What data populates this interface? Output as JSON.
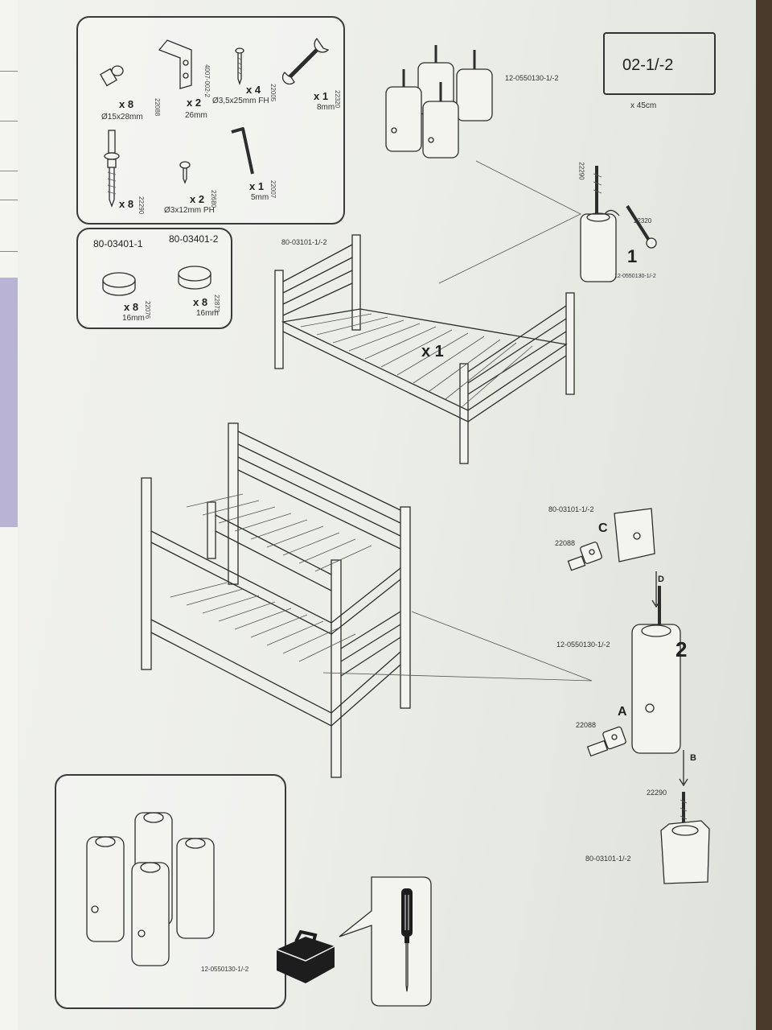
{
  "document": {
    "model_code": "02-1/-2",
    "size_note": "x 45cm"
  },
  "hardware_panel": {
    "items": [
      {
        "qty": "x 8",
        "size": "Ø15x28mm",
        "code": "22088"
      },
      {
        "qty": "x 2",
        "size": "26mm",
        "code": "4007-002-2"
      },
      {
        "qty": "x 4",
        "size": "Ø3,5x25mm FH",
        "code": "22005"
      },
      {
        "qty": "x 1",
        "size": "8mm",
        "code": "22320"
      },
      {
        "qty": "x 8",
        "size": "",
        "code": "22290"
      },
      {
        "qty": "x 2",
        "size": "Ø3x12mm PH",
        "code": "22680"
      },
      {
        "qty": "x 1",
        "size": "5mm",
        "code": "22007"
      }
    ]
  },
  "pads_panel": {
    "items": [
      {
        "title": "80-03401-1",
        "qty": "x 8",
        "size": "16mm",
        "code": "22076"
      },
      {
        "title": "80-03401-2",
        "qty": "x 8",
        "size": "16mm",
        "code": "22873"
      }
    ]
  },
  "step1": {
    "posts_label": "12-0550130-1/-2",
    "bolt_code": "22290",
    "wrench_code": "22320",
    "post_label": "12-0550130-1/-2",
    "step_number": "1"
  },
  "bed": {
    "frame_label": "80-03101-1/-2",
    "qty": "x 1"
  },
  "step2": {
    "top_label": "80-03101-1/-2",
    "dowel_c_code": "22088",
    "label_c": "C",
    "label_d": "D",
    "post_label": "12-0550130-1/-2",
    "step_number": "2",
    "dowel_a_code": "22088",
    "label_a": "A",
    "label_b": "B",
    "bolt_code": "22290",
    "bottom_label": "80-03101-1/-2"
  },
  "posts_panel": {
    "label": "12-0550130-1/-2"
  }
}
